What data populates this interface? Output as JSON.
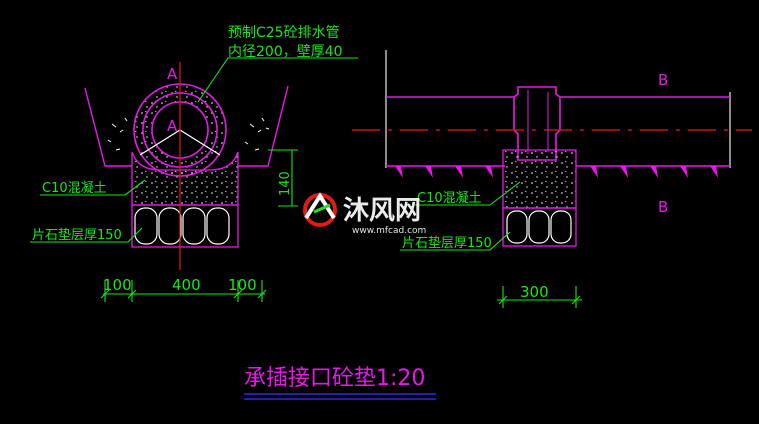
{
  "pipe_label": {
    "line1": "预制C25砼排水管",
    "line2": "内径200，壁厚40"
  },
  "section_marks": {
    "a_top": "A",
    "a_inner": "A",
    "b_top": "B",
    "b_bottom": "B"
  },
  "left_labels": {
    "concrete": "C10混凝土",
    "stone": "片石垫层厚150",
    "height_dim": "140"
  },
  "right_labels": {
    "concrete": "C10混凝土",
    "stone": "片石垫层厚150"
  },
  "dimensions": {
    "left_a": "100",
    "center": "400",
    "left_b": "100",
    "right": "300"
  },
  "title": "承插接口砼垫1:20",
  "watermark": {
    "name": "沐风网",
    "url": "www.mfcad.com"
  },
  "colors": {
    "magenta": "#e619e6",
    "green": "#19e619",
    "red": "#e61919",
    "white": "#ffffff",
    "blue": "#2a2ae6"
  }
}
